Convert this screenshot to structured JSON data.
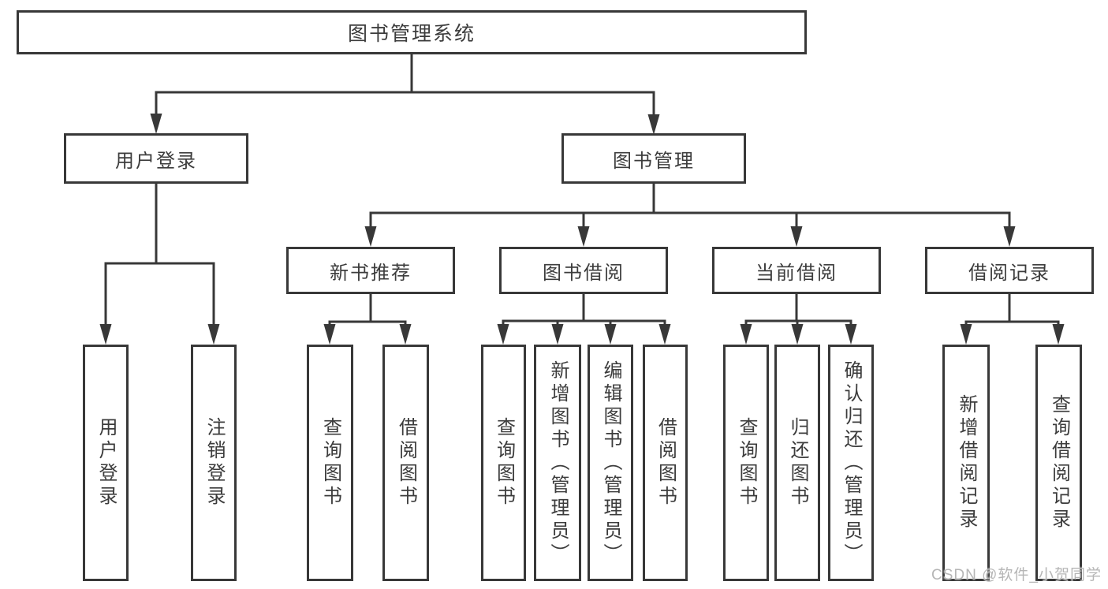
{
  "diagram_title": "图书管理系统",
  "tree": {
    "root": {
      "label": "图书管理系统"
    },
    "branches": [
      {
        "label": "用户登录",
        "leaves": [
          {
            "label": "用户登录"
          },
          {
            "label": "注销登录"
          }
        ]
      },
      {
        "label": "图书管理",
        "sections": [
          {
            "label": "新书推荐",
            "leaves": [
              {
                "label": "查询图书"
              },
              {
                "label": "借阅图书"
              }
            ]
          },
          {
            "label": "图书借阅",
            "leaves": [
              {
                "label": "查询图书"
              },
              {
                "label": "新增图书（管理员）"
              },
              {
                "label": "编辑图书（管理员）"
              },
              {
                "label": "借阅图书"
              }
            ]
          },
          {
            "label": "当前借阅",
            "leaves": [
              {
                "label": "查询图书"
              },
              {
                "label": "归还图书"
              },
              {
                "label": "确认归还（管理员）"
              }
            ]
          },
          {
            "label": "借阅记录",
            "leaves": [
              {
                "label": "新增借阅记录"
              },
              {
                "label": "查询借阅记录"
              }
            ]
          }
        ]
      }
    ]
  },
  "watermark": {
    "text": "CSDN @软件_小贺同学"
  },
  "colors": {
    "line": "#383838",
    "text": "#3c3c3c",
    "background": "#ffffff",
    "watermark": "#b6b6b6"
  }
}
